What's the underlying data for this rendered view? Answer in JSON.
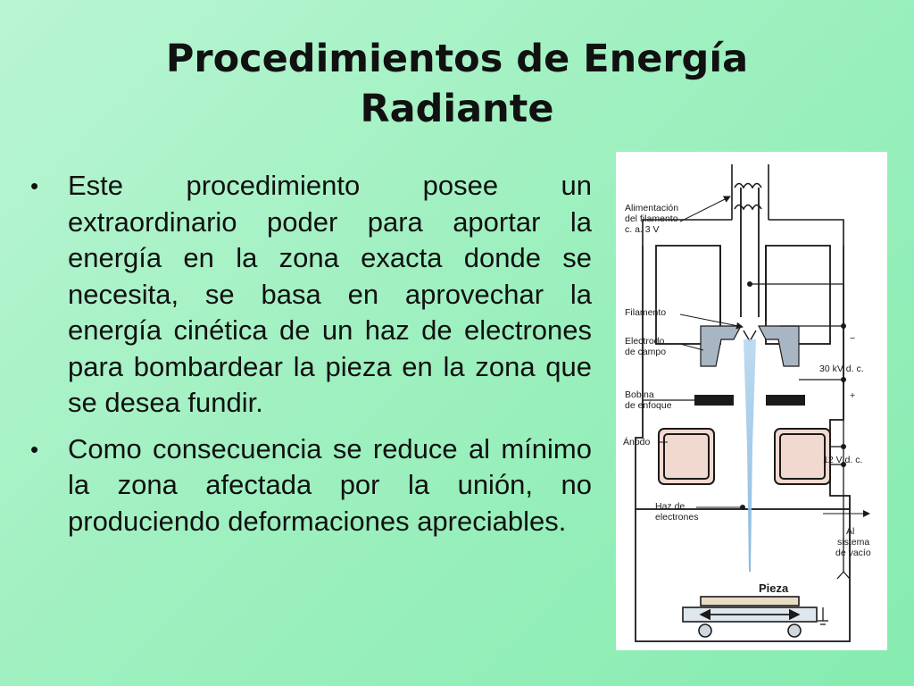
{
  "title": {
    "line1": "Procedimientos de Energía",
    "line2": "Radiante"
  },
  "bullets": [
    "Este procedimiento posee un extraordinario poder para aportar la energía en la zona exacta donde se necesita, se basa en aprovechar la energía cinética de un haz de electrones para bombardear la pieza en la zona que se desea fundir.",
    "Como consecuencia se reduce al mínimo la zona afectada por la unión, no produciendo deformaciones apreciables."
  ],
  "bullet_symbol": "•",
  "diagram": {
    "labels": {
      "alimentacion_l1": "Alimentación",
      "alimentacion_l2": "del filamento",
      "alimentacion_l3": "c. a. 3 V",
      "filamento": "Filamento",
      "electrodo_l1": "Electrodo",
      "electrodo_l2": "de campo",
      "bobina_l1": "Bobina",
      "bobina_l2": "de enfoque",
      "anodo": "Ánodo",
      "haz_l1": "Haz de",
      "haz_l2": "electrones",
      "vacio_l1": "Al",
      "vacio_l2": "sistema",
      "vacio_l3": "de vacío",
      "pieza": "Pieza",
      "v30": "30 kV d. c.",
      "v12": "12 V d. c.",
      "minus": "−",
      "plus": "+"
    },
    "colors": {
      "beam": "#9cc6e6",
      "coil": "#f2d9d0",
      "electrode": "#a8b6c4",
      "line": "#1a1a1a"
    }
  }
}
